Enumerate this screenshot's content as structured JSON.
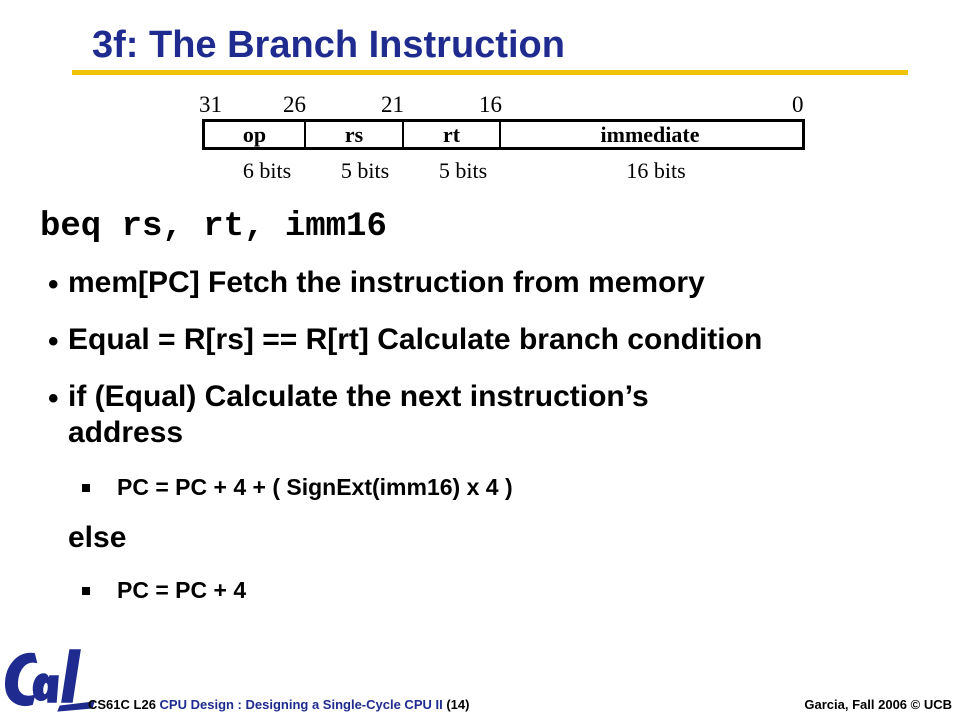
{
  "title": "3f: The Branch Instruction",
  "format": {
    "bit_positions": [
      "31",
      "26",
      "21",
      "16",
      "0"
    ],
    "fields": [
      "op",
      "rs",
      "rt",
      "immediate"
    ],
    "widths": [
      "6 bits",
      "5 bits",
      "5 bits",
      "16 bits"
    ]
  },
  "syntax": "beq rs, rt, imm16",
  "bullets": [
    "mem[PC] Fetch the instruction from memory",
    "Equal = R[rs] == R[rt]  Calculate branch condition",
    "if (Equal) Calculate the next instruction’s",
    "address"
  ],
  "sub": {
    "then_expr": "PC  =  PC + 4 + ( SignExt(imm16) x 4 )",
    "else_label": "else",
    "else_expr": "PC  =  PC + 4"
  },
  "footer": {
    "course_prefix": "CS61C L26 ",
    "course_topic": "CPU Design : Designing a Single-Cycle CPU II",
    "course_suffix": " (14)",
    "credit": "Garcia, Fall 2006 © UCB"
  },
  "logo": {
    "text": "Cal",
    "color": "#1f2b8f"
  },
  "colors": {
    "accent_blue": "#1f2b8f",
    "rule_yellow": "#f2c300"
  }
}
